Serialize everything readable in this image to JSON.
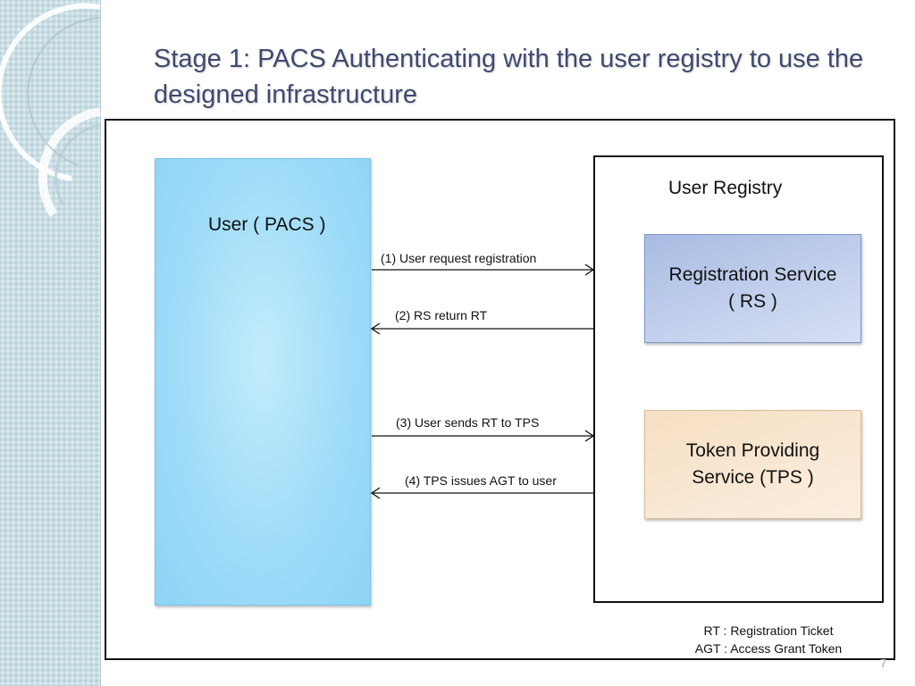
{
  "slide": {
    "title": "Stage 1: PACS Authenticating  with the user registry to use the designed infrastructure",
    "page_number": "7"
  },
  "diagram": {
    "user_box_label": "User ( PACS )",
    "registry_label": "User Registry",
    "registration_service": {
      "line1": "Registration Service",
      "line2": "( RS )"
    },
    "token_service": {
      "line1": "Token Providing",
      "line2": "Service (TPS )"
    },
    "messages": [
      {
        "label": "(1) User request registration",
        "direction": "to-registry"
      },
      {
        "label": "(2) RS return RT",
        "direction": "to-user"
      },
      {
        "label": "(3) User sends RT to TPS",
        "direction": "to-registry"
      },
      {
        "label": "(4) TPS issues AGT to user",
        "direction": "to-user"
      }
    ],
    "legend": [
      "RT : Registration Ticket",
      "AGT : Access Grant Token"
    ]
  },
  "colors": {
    "title": "#3f4a6e",
    "user_box": "#9fdcf8",
    "registration_service": "#b9c8ea",
    "token_service": "#f8e4cc",
    "side_strip": "#c9dde4"
  }
}
